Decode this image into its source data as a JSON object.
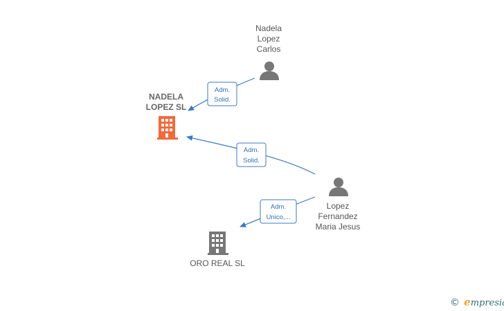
{
  "companies": [
    {
      "id": "nadela",
      "lines": [
        "NADELA",
        "LOPEZ  SL"
      ],
      "highlight": true,
      "color": "#f26a3a"
    },
    {
      "id": "oro",
      "lines": [
        "ORO REAL SL"
      ],
      "highlight": false,
      "color": "#777777"
    }
  ],
  "persons": [
    {
      "id": "nadela-carlos",
      "lines": [
        "Nadela",
        "Lopez",
        "Carlos"
      ],
      "color": "#777777"
    },
    {
      "id": "lopez-maria",
      "lines": [
        "Lopez",
        "Fernandez",
        "Maria Jesus"
      ],
      "color": "#777777"
    }
  ],
  "relations": [
    {
      "id": "carlos-nadela",
      "lines": [
        "Adm.",
        "Solid."
      ]
    },
    {
      "id": "maria-nadela",
      "lines": [
        "Adm.",
        "Solid."
      ]
    },
    {
      "id": "maria-oro",
      "lines": [
        "Adm.",
        "Unico,..."
      ]
    }
  ],
  "colors": {
    "edge": "#3a78c8",
    "edge_label_border": "#3a78c8",
    "edge_label_text": "#2f6fb8",
    "node_text": "#555555"
  },
  "footer": {
    "copyright_symbol": "©",
    "brand_initial": "e",
    "brand_rest": "mpresia"
  }
}
